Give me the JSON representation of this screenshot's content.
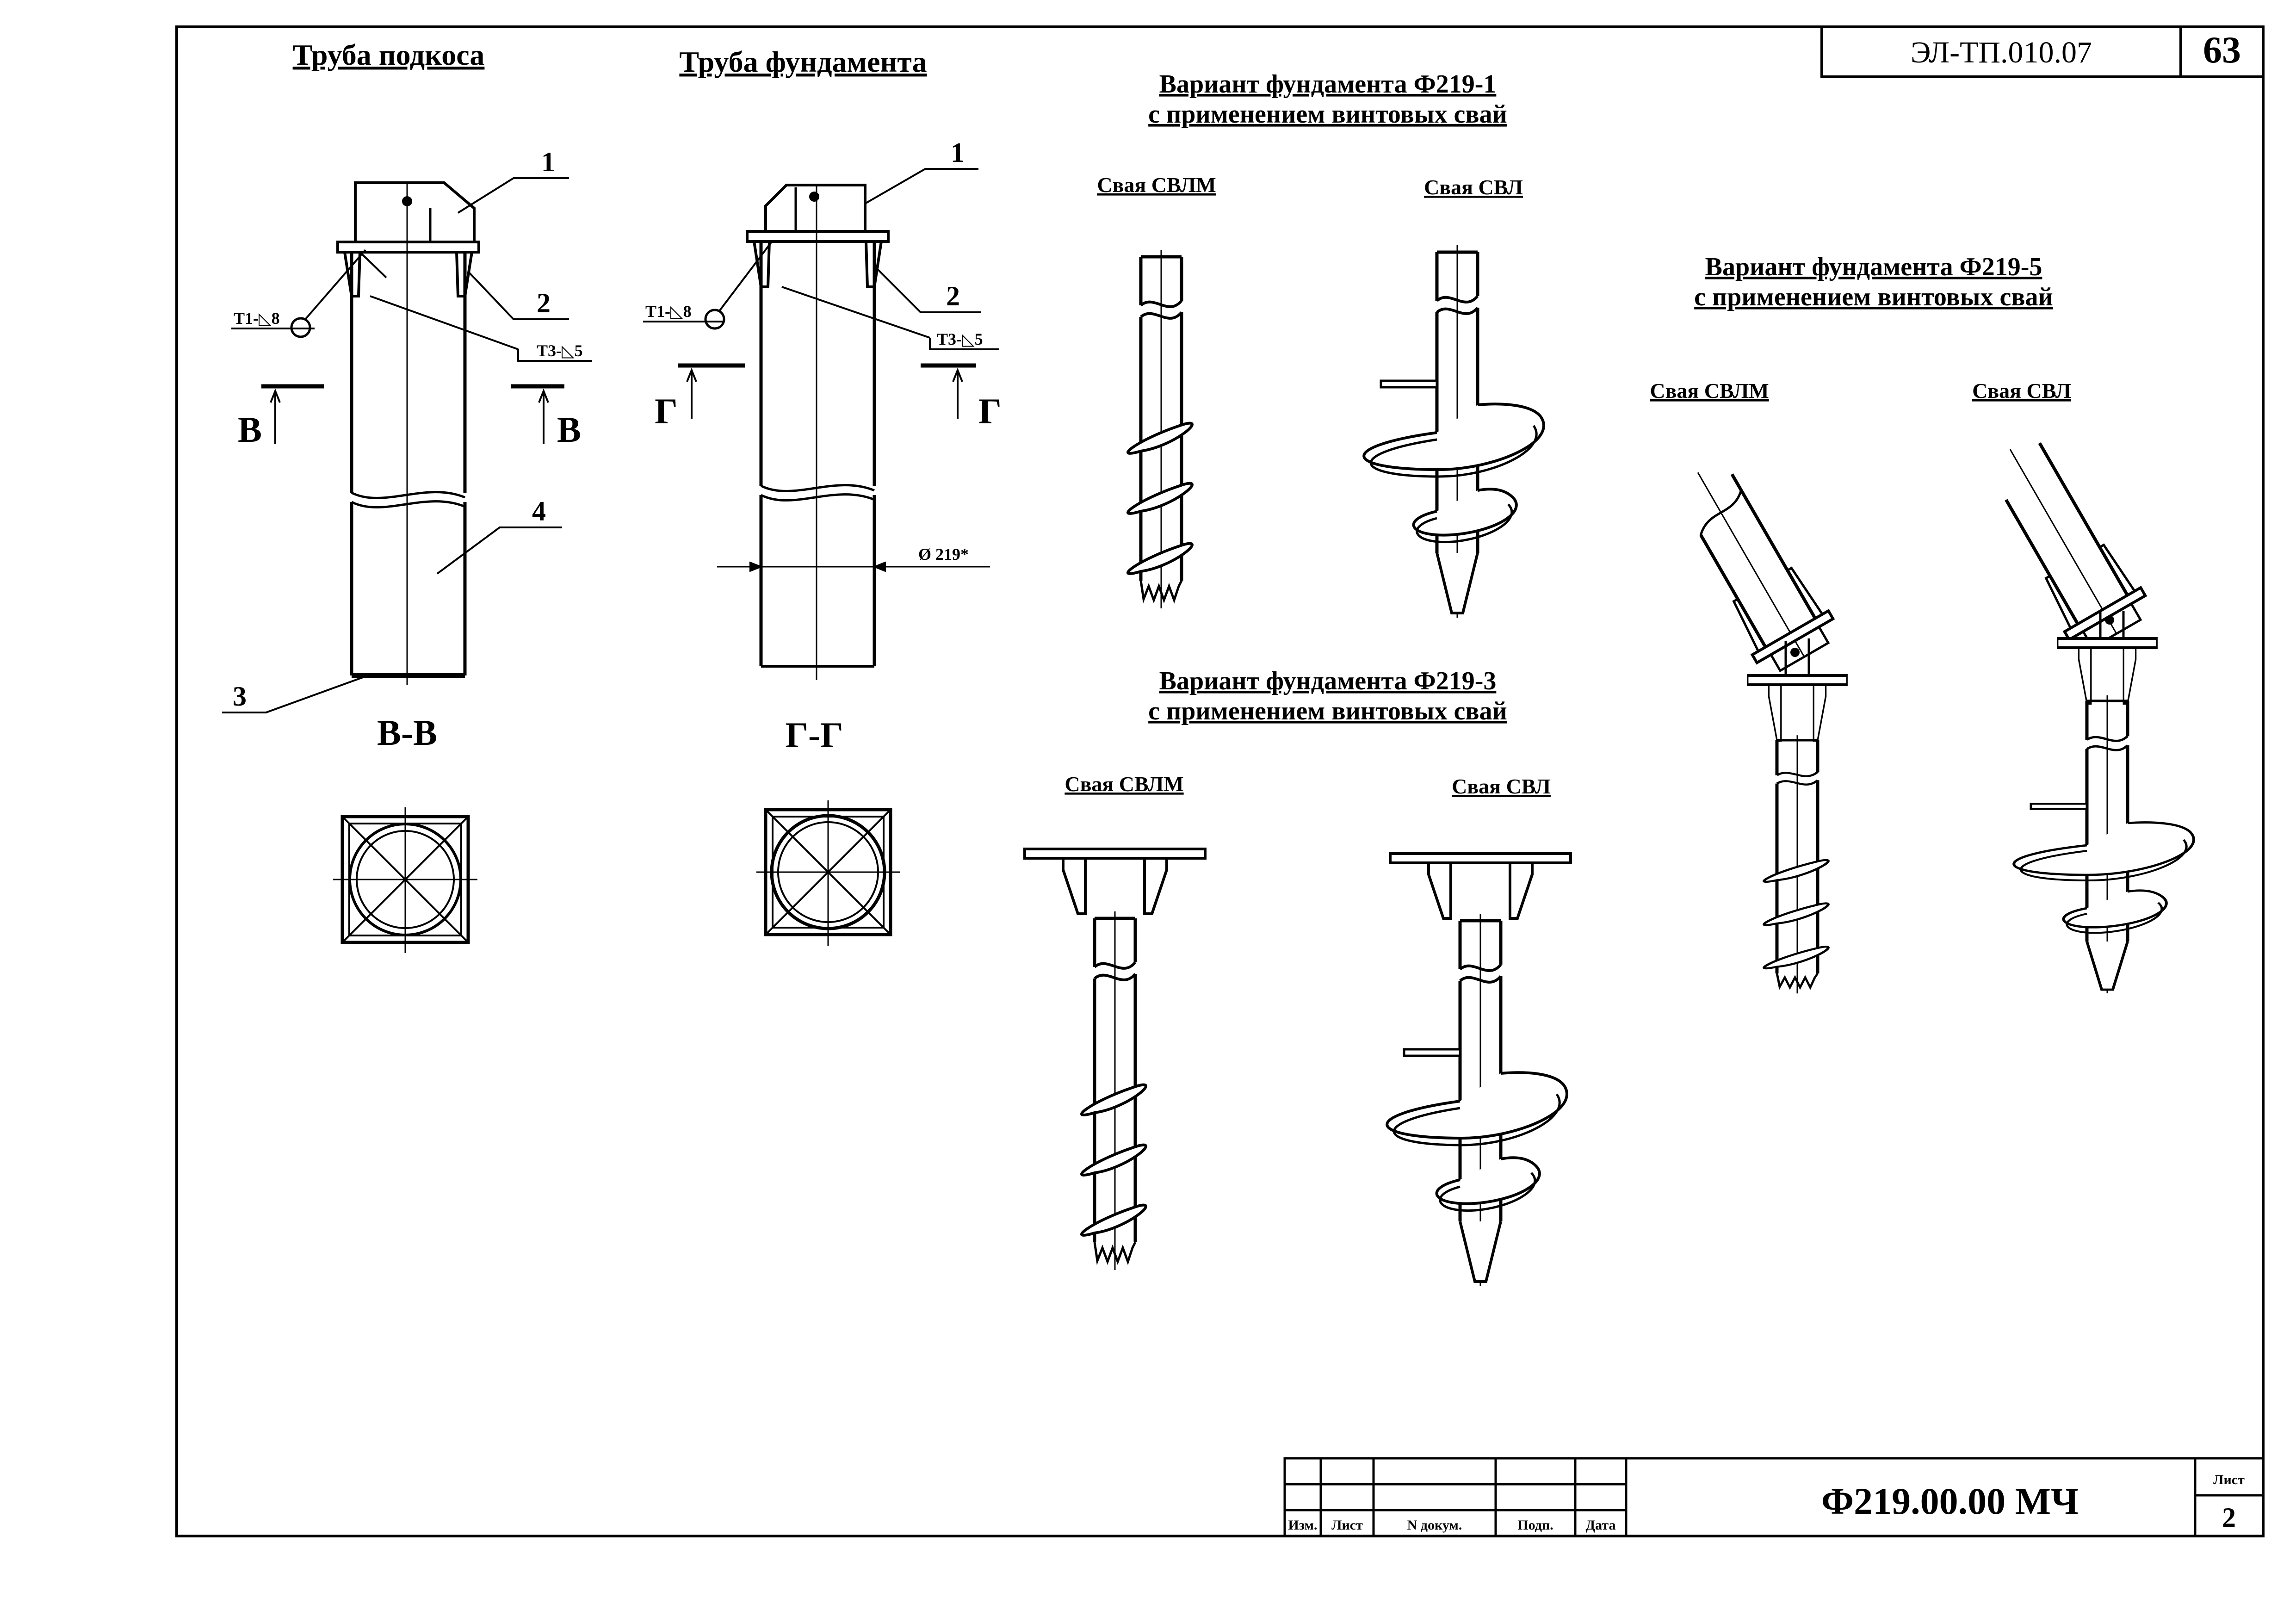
{
  "sheet": {
    "code": "ЭЛ-ТП.010.07",
    "page_number": "63",
    "document_code": "Ф219.00.00 МЧ",
    "sheet_label": "Лист",
    "sheet_number": "2"
  },
  "title_block": {
    "columns": [
      "Изм.",
      "Лист",
      "N докум.",
      "Подп.",
      "Дата"
    ]
  },
  "details": {
    "brace_tube": {
      "title": "Труба подкоса",
      "section_letter": "В",
      "section_label": "В-В",
      "weld_1": "Т1-◺8",
      "weld_2": "Т3-◺5",
      "callouts": [
        "1",
        "2",
        "3",
        "4"
      ]
    },
    "foundation_tube": {
      "title": "Труба фундамента",
      "section_letter": "Г",
      "section_label": "Г-Г",
      "weld_1": "Т1-◺8",
      "weld_2": "Т3-◺5",
      "callouts": [
        "1",
        "2"
      ],
      "diameter": "Ø 219*"
    }
  },
  "variants": [
    {
      "title_line1": "Вариант фундамента Ф219-1",
      "title_line2": "с применением винтовых свай",
      "pile_a": "Свая СВЛМ",
      "pile_b": "Свая СВЛ"
    },
    {
      "title_line1": "Вариант фундамента Ф219-3",
      "title_line2": "с применением винтовых свай",
      "pile_a": "Свая СВЛМ",
      "pile_b": "Свая СВЛ"
    },
    {
      "title_line1": "Вариант фундамента Ф219-5",
      "title_line2": "с применением винтовых свай",
      "pile_a": "Свая СВЛМ",
      "pile_b": "Свая СВЛ"
    }
  ]
}
